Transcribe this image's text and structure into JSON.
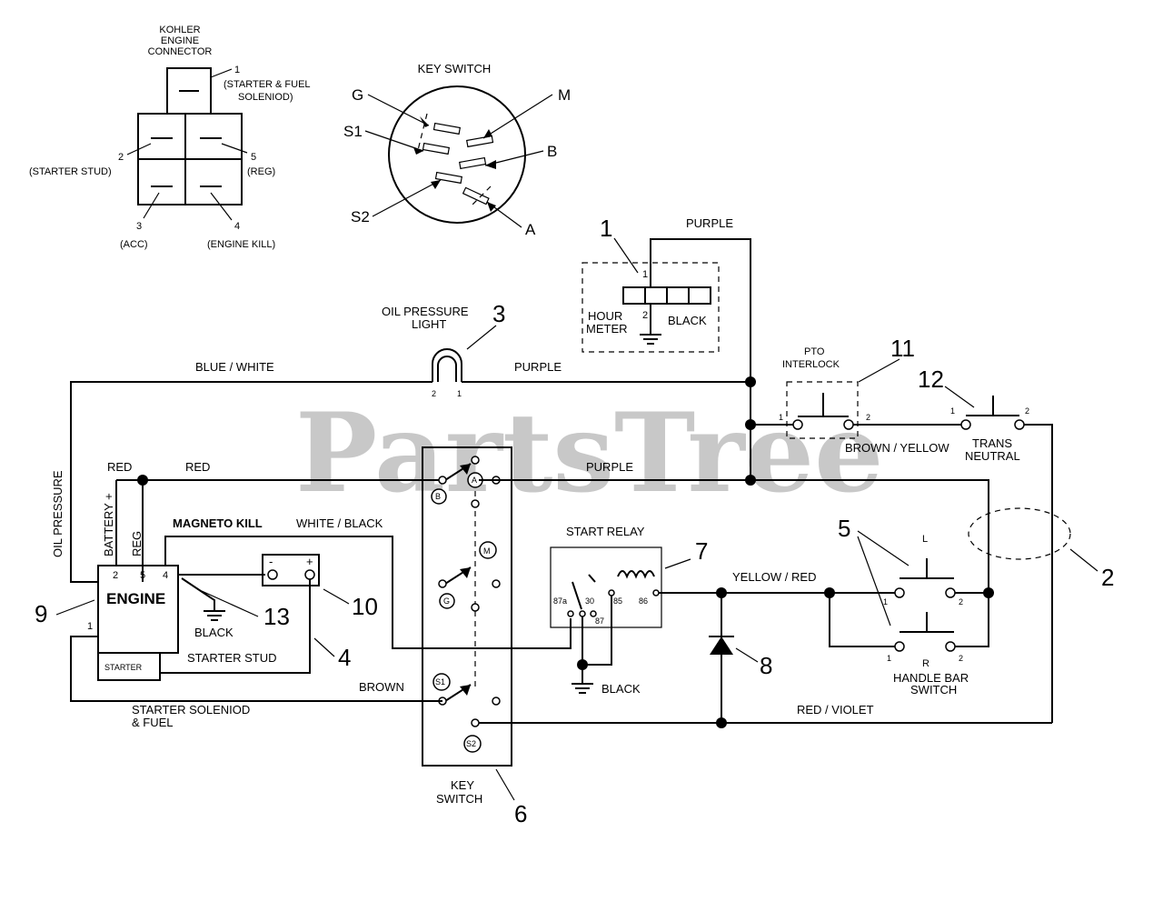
{
  "watermark": "PartsTree",
  "connector": {
    "title_1": "KOHLER",
    "title_2": "ENGINE",
    "title_3": "CONNECTOR",
    "pin1_num": "1",
    "pin1_label_1": "(STARTER & FUEL",
    "pin1_label_2": "SOLENIOD)",
    "pin2_num": "2",
    "pin2_label": "(STARTER STUD)",
    "pin5_num": "5",
    "pin5_label": "(REG)",
    "pin3_num": "3",
    "pin3_label": "(ACC)",
    "pin4_num": "4",
    "pin4_label": "(ENGINE KILL)"
  },
  "key_switch_face": {
    "title": "KEY SWITCH",
    "g": "G",
    "m": "M",
    "s1": "S1",
    "b": "B",
    "s2": "S2",
    "a": "A"
  },
  "hour_meter": {
    "callout": "1",
    "wire": "PURPLE",
    "pin1": "1",
    "pin2": "2",
    "label_1": "HOUR",
    "label_2": "METER",
    "ground": "BLACK"
  },
  "oil_light": {
    "label_1": "OIL  PRESSURE",
    "label_2": "LIGHT",
    "callout": "3",
    "pin2": "2",
    "pin1": "1"
  },
  "wires": {
    "blue_white": "BLUE / WHITE",
    "purple_top": "PURPLE",
    "oil_pressure": "OIL PRESSURE",
    "red_1": "RED",
    "red_2": "RED",
    "purple_mid": "PURPLE",
    "battery": "BATTERY +",
    "reg": "REG",
    "magneto_kill": "MAGNETO KILL",
    "white_black": "WHITE / BLACK",
    "brown_yellow": "BROWN / YELLOW",
    "yellow_red": "YELLOW / RED",
    "brown": "BROWN",
    "red_violet": "RED / VIOLET",
    "starter_solenoid_1": "STARTER SOLENIOD",
    "starter_solenoid_2": "& FUEL",
    "starter_stud": "STARTER STUD",
    "black_ground": "BLACK",
    "black_relay": "BLACK"
  },
  "engine": {
    "label": "ENGINE",
    "pin2": "2",
    "pin5": "5",
    "pin4": "4",
    "pin1": "1",
    "starter": "STARTER",
    "callout": "9"
  },
  "module": {
    "minus": "-",
    "plus": "+",
    "callout": "10"
  },
  "callouts": {
    "c13": "13",
    "c4": "4",
    "c6": "6",
    "c7": "7",
    "c8": "8",
    "c5": "5",
    "c2": "2",
    "c11": "11",
    "c12": "12"
  },
  "key_switch_panel": {
    "a": "A",
    "b": "B",
    "m": "M",
    "g": "G",
    "s1": "S1",
    "s2": "S2",
    "label_1": "KEY",
    "label_2": "SWITCH"
  },
  "relay": {
    "title": "START RELAY",
    "t87a": "87a",
    "t30": "30",
    "t87": "87",
    "t85": "85",
    "t86": "86"
  },
  "pto": {
    "label_1": "PTO",
    "label_2": "INTERLOCK",
    "pin1": "1",
    "pin2": "2"
  },
  "trans": {
    "label_1": "TRANS",
    "label_2": "NEUTRAL",
    "pin1": "1",
    "pin2": "2"
  },
  "handle_bar": {
    "l": "L",
    "r": "R",
    "l_pin1": "1",
    "l_pin2": "2",
    "r_pin1": "1",
    "r_pin2": "2",
    "label_1": "HANDLE BAR",
    "label_2": "SWITCH"
  }
}
